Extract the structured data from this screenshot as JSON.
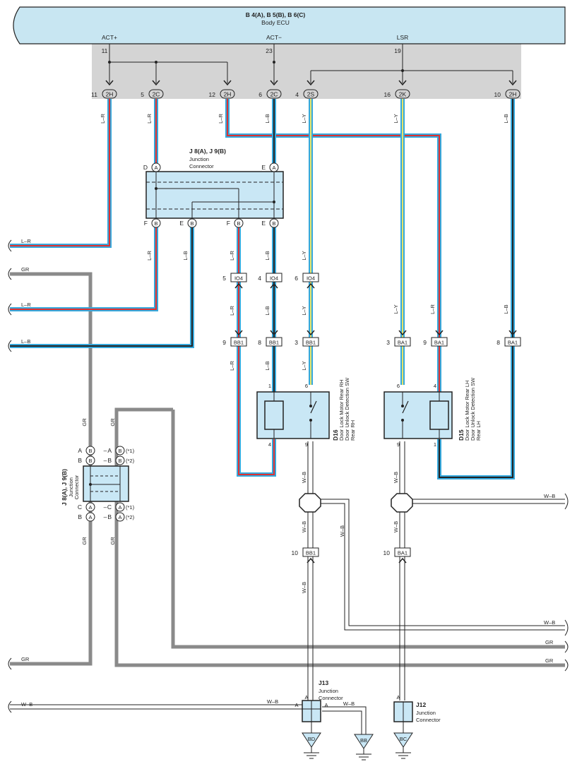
{
  "ecu": {
    "codes": "B 4(A), B 5(B), B 6(C)",
    "name": "Body ECU"
  },
  "ecu_terminals": [
    {
      "label": "ACT+",
      "pin": "11"
    },
    {
      "label": "ACT−",
      "pin": "23"
    },
    {
      "label": "LSR",
      "pin": "19"
    }
  ],
  "bottom_pins": [
    {
      "pin": "11",
      "conn": "2H"
    },
    {
      "pin": "5",
      "conn": "2C"
    },
    {
      "pin": "12",
      "conn": "2H"
    },
    {
      "pin": "6",
      "conn": "2C"
    },
    {
      "pin": "4",
      "conn": "2S"
    },
    {
      "pin": "16",
      "conn": "2K"
    },
    {
      "pin": "10",
      "conn": "2H"
    }
  ],
  "jc_top": {
    "codes": "J 8(A), J 9(B)",
    "name": "Junction\nConnector",
    "top_pins": [
      {
        "pin": "D",
        "conn": "A"
      },
      {
        "pin": "E",
        "conn": "A"
      }
    ],
    "bottom_pins": [
      {
        "pin": "F",
        "conn": "B"
      },
      {
        "pin": "E",
        "conn": "B"
      },
      {
        "pin": "F",
        "conn": "B"
      },
      {
        "pin": "E",
        "conn": "B"
      }
    ]
  },
  "jc_side": {
    "codes": "J 8(A), J 9(B)",
    "name": "Junction\nConnector",
    "top_rows": [
      {
        "l_pin": "A",
        "l_conn": "B",
        "r_pin": "A",
        "r_conn": "B",
        "note": "(*1)"
      },
      {
        "l_pin": "B",
        "l_conn": "B",
        "r_pin": "B",
        "r_conn": "B",
        "note": "(*2)"
      }
    ],
    "bottom_rows": [
      {
        "l_pin": "C",
        "l_conn": "A",
        "r_pin": "C",
        "r_conn": "A",
        "note": "(*1)"
      },
      {
        "l_pin": "B",
        "l_conn": "A",
        "r_pin": "B",
        "r_conn": "A",
        "note": "(*2)"
      }
    ]
  },
  "left_wires": [
    "L–R",
    "GR",
    "L–R",
    "L–B",
    "GR",
    "W–B"
  ],
  "right_wires": [
    "W–B",
    "W–B",
    "GR",
    "GR"
  ],
  "wire_colors": [
    "L–R",
    "L–R",
    "L–R",
    "L–B",
    "L–Y",
    "L–Y",
    "L–B",
    "L–R",
    "L–B",
    "L–R",
    "L–B",
    "L–Y",
    "L–Y",
    "L–R",
    "L–B",
    "W–B",
    "W–B",
    "W–B",
    "W–B",
    "W–B",
    "W–B",
    "GR",
    "GR",
    "GR",
    "GR",
    "L–Y",
    "L–R",
    "L–B",
    "L–R",
    "L–B",
    "L–Y",
    "W–B",
    "W–B"
  ],
  "inline_connectors": [
    {
      "pin": "5",
      "code": "IO4"
    },
    {
      "pin": "4",
      "code": "IO4"
    },
    {
      "pin": "6",
      "code": "IO4"
    },
    {
      "pin": "9",
      "code": "BB1"
    },
    {
      "pin": "8",
      "code": "BB1"
    },
    {
      "pin": "3",
      "code": "BB1"
    },
    {
      "pin": "3",
      "code": "BA1"
    },
    {
      "pin": "9",
      "code": "BA1"
    },
    {
      "pin": "8",
      "code": "BA1"
    },
    {
      "pin": "10",
      "code": "BB1"
    },
    {
      "pin": "10",
      "code": "BA1"
    }
  ],
  "d16": {
    "code": "D16",
    "line1": "Door Lock Motor Rear RH",
    "line2": "Door Unlock Detection SW",
    "line3": "Rear RH",
    "pins": [
      "1",
      "6",
      "4",
      "9"
    ]
  },
  "d15": {
    "code": "D15",
    "line1": "Door Lock Motor Rear LH",
    "line2": "Door Unlock Detection SW",
    "line3": "Rear LH",
    "pins": [
      "6",
      "4",
      "9",
      "1"
    ]
  },
  "j13": {
    "code": "J13",
    "name": "Junction\nConnector",
    "pins": [
      "A",
      "A",
      "A"
    ]
  },
  "j12": {
    "code": "J12",
    "name": "Junction\nConnector",
    "pins": [
      "A"
    ]
  },
  "grounds": [
    "BD",
    "BB",
    "BC"
  ],
  "colors": {
    "ecu_fill": "#c8e6f2",
    "shade": "#d4d4d4",
    "wire_blue": "#35a8dc",
    "wire_red": "#e03030",
    "wire_yellow": "#e8e46a",
    "wire_gray": "#8a8a8a",
    "box_fill": "#c9e7f5"
  }
}
